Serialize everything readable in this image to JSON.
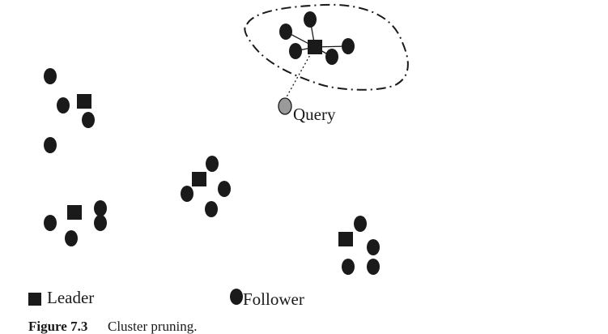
{
  "diagram": {
    "query_label": "Query",
    "legend": {
      "leader_label": "Leader",
      "follower_label": "Follower"
    },
    "caption": {
      "number": "Figure 7.3",
      "text": "Cluster pruning."
    },
    "colors": {
      "ink": "#1a1a1a",
      "query_fill": "#9a9a9a",
      "background": "#ffffff"
    },
    "icons": {
      "leader": "filled-square",
      "follower": "filled-ellipse",
      "query": "gray-ellipse"
    }
  }
}
